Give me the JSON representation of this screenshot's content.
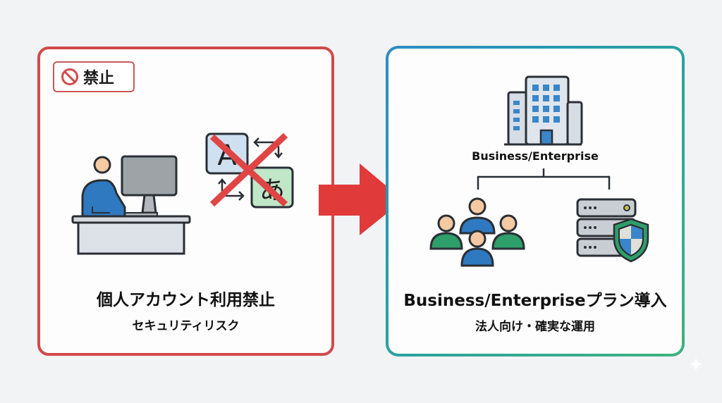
{
  "colors": {
    "prohibited": "#d24a4a",
    "arrow": "#e03a3a",
    "recommended_gradient_start": "#2f8bc4",
    "recommended_gradient_end": "#3fb37f",
    "background": "#f1f3f5"
  },
  "left_panel": {
    "badge": {
      "icon": "prohibited-icon",
      "label": "禁止"
    },
    "illustrations": [
      "person-at-desk-icon",
      "translation-icon-crossed-out"
    ],
    "translation_icon": {
      "source_glyph": "A",
      "target_glyph": "あ"
    },
    "title": "個人アカウント利用禁止",
    "subtitle": "セキュリティリスク"
  },
  "arrow": {
    "icon": "right-arrow-icon",
    "direction": "right"
  },
  "right_panel": {
    "illustrations": [
      "office-building-icon",
      "team-users-icon",
      "secure-server-icon"
    ],
    "org_label": "Business/Enterprise",
    "title": "Business/Enterpriseプラン導入",
    "subtitle": "法人向け・確実な運用"
  }
}
